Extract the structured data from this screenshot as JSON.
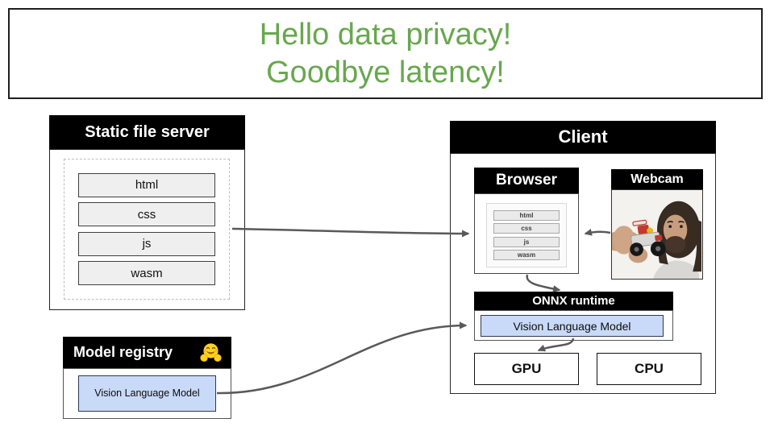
{
  "slide": {
    "title_line1": "Hello data privacy!",
    "title_line2": "Goodbye latency!"
  },
  "static_file_server": {
    "title": "Static file server",
    "files": [
      "html",
      "css",
      "js",
      "wasm"
    ]
  },
  "client": {
    "title": "Client",
    "browser": {
      "title": "Browser",
      "files": [
        "html",
        "css",
        "js",
        "wasm"
      ]
    },
    "webcam": {
      "title": "Webcam"
    },
    "onnx_runtime": {
      "title": "ONNX runtime",
      "model": "Vision Language Model"
    },
    "gpu_label": "GPU",
    "cpu_label": "CPU"
  },
  "model_registry": {
    "title": "Model registry",
    "model": "Vision Language Model",
    "icon": "hugging-face-emoji"
  },
  "colors": {
    "title_green": "#68a74e",
    "header_bg": "#000000",
    "header_text": "#ffffff",
    "model_fill": "#c9daf8",
    "model_border": "#2d3a50",
    "file_item_bg": "#efefef",
    "arrow": "#595959"
  }
}
